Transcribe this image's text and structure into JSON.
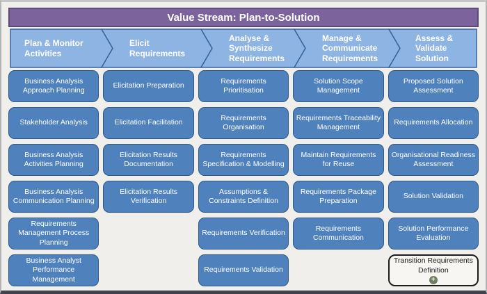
{
  "banner": {
    "title": "Value Stream: Plan-to-Solution"
  },
  "phases": [
    {
      "label": "Plan & Monitor\nActivities"
    },
    {
      "label": "Elicit\nRequirements"
    },
    {
      "label": "Analyse &\nSynthesize\nRequirements"
    },
    {
      "label": "Manage &\nCommunicate\nRequirements"
    },
    {
      "label": "Assess &\nValidate\nSolution"
    }
  ],
  "columns": [
    {
      "tasks": [
        "Business Analysis\nApproach Planning",
        "Stakeholder Analysis",
        "Business Analysis\nActivities Planning",
        "Business Analysis\nCommunication Planning",
        "Requirements\nManagement Process\nPlanning",
        "Business Analyst\nPerformance\nManagement"
      ]
    },
    {
      "tasks": [
        "Elicitation Preparation",
        "Elicitation Facilitation",
        "Elicitation Results\nDocumentation",
        "Elicitation Results\nVerification"
      ]
    },
    {
      "tasks": [
        "Requirements\nPrioritisation",
        "Requirements\nOrganisation",
        "Requirements\nSpecification & Modelling",
        "Assumptions &\nConstraints Definition",
        "Requirements Verification",
        "Requirements Validation"
      ]
    },
    {
      "tasks": [
        "Solution Scope\nManagement",
        "Requirements Traceability\nManagement",
        "Maintain Requirements\nfor Reuse",
        "Requirements Package\nPreparation",
        "Requirements\nCommunication"
      ]
    },
    {
      "tasks": [
        "Proposed Solution\nAssessment",
        "Requirements Allocation",
        "Organisational Readiness\nAssessment",
        "Solution Validation",
        "Solution Performance\nEvaluation"
      ]
    }
  ],
  "special": {
    "transition_label": "Transition Requirements\nDefinition",
    "plus_glyph": "+"
  },
  "icons": {
    "transition_add": "plus-circle-icon"
  },
  "colors": {
    "banner_fill": "#7c639b",
    "banner_border": "#5c4a77",
    "phase_fill": "#8db4e2",
    "phase_border": "#3a6399",
    "task_fill": "#4f81bd",
    "task_border": "#2d5988",
    "background": "#f0efec",
    "transition_border": "#1c1c1c",
    "plus_icon": "#6f7d60"
  }
}
